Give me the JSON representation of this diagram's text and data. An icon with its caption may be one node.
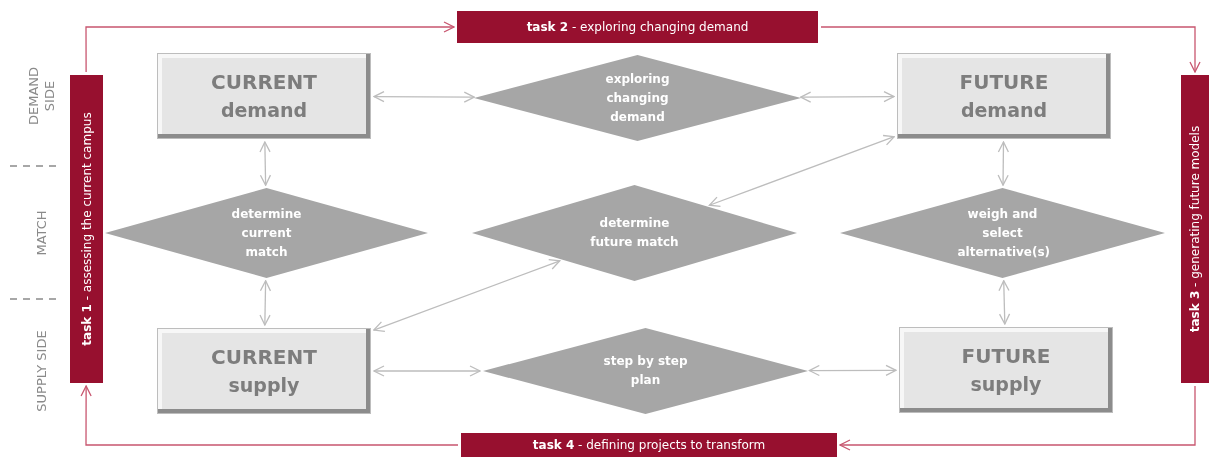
{
  "diagram": {
    "nodes": [
      {
        "text": [
          "**task 2** - exploring changing demand"
        ]
      },
      {
        "text": [
          "**task 1** - assessing the current campus"
        ]
      },
      {
        "text": [
          "**task 3** - generating future models"
        ]
      },
      {
        "text": [
          "**task 4** - defining projects to transform"
        ]
      },
      {
        "text": [
          "CURRENT",
          "demand"
        ]
      },
      {
        "text": [
          "exploring changing demand"
        ]
      },
      {
        "text": [
          "FUTURE",
          "demand"
        ]
      },
      {
        "text": [
          "determine current match"
        ]
      },
      {
        "text": [
          "determine future match"
        ]
      },
      {
        "text": [
          "weigh and select alternative(s)"
        ]
      },
      {
        "text": [
          "CURRENT",
          "supply"
        ]
      },
      {
        "text": [
          "step by step plan"
        ]
      },
      {
        "text": [
          "FUTURE",
          "supply"
        ]
      }
    ],
    "edges": [
      {
        "from": 1,
        "to": 0,
        "arrow": "to",
        "color": "#c8566f"
      },
      {
        "from": 0,
        "to": 2,
        "arrow": "to",
        "color": "#c8566f"
      },
      {
        "from": 2,
        "to": 3,
        "arrow": "to",
        "color": "#c8566f"
      },
      {
        "from": 3,
        "to": 1,
        "arrow": "to",
        "color": "#c8566f"
      },
      {
        "from": 4,
        "to": 5,
        "arrow": "both"
      },
      {
        "from": 5,
        "to": 6,
        "arrow": "both"
      },
      {
        "from": 4,
        "to": 7,
        "arrow": "both"
      },
      {
        "from": 6,
        "to": 9,
        "arrow": "both"
      },
      {
        "from": 7,
        "to": 10,
        "arrow": "both"
      },
      {
        "from": 9,
        "to": 12,
        "arrow": "both"
      },
      {
        "from": 10,
        "to": 8,
        "arrow": "both"
      },
      {
        "from": 8,
        "to": 6,
        "arrow": "both"
      },
      {
        "from": 10,
        "to": 11,
        "arrow": "both"
      },
      {
        "from": 11,
        "to": 12,
        "arrow": "both"
      }
    ],
    "labels": [
      "DEMAND SIDE",
      "MATCH",
      "SUPPLY SIDE"
    ]
  }
}
